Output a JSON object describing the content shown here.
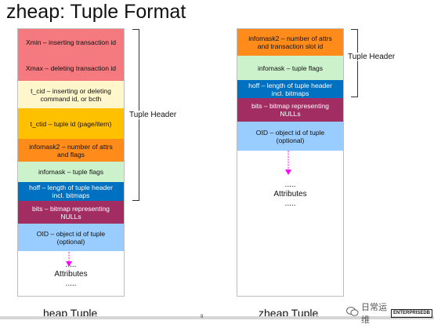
{
  "title": "zheap: Tuple Format",
  "heap": {
    "caption": "heap Tuple",
    "cells": [
      {
        "label": "Xmin – inserting transaction id",
        "color": "#f47a7f"
      },
      {
        "label": "Xmax – deleting transaction id",
        "color": "#f47a7f"
      },
      {
        "label": "t_cid – inserting or deleting command id, or bcth",
        "color": "#fff6cc"
      },
      {
        "label": "t_ctid – tuple id (page/item)",
        "color": "#ffc000"
      },
      {
        "label": "infomask2 – number of attrs and flags",
        "color": "#ff8c1a"
      },
      {
        "label": "infomask – tuple flags",
        "color": "#ccf2cc"
      },
      {
        "label": "hoff – length of tuple header incl. bitmaps",
        "color": "#0070c0"
      },
      {
        "label": "bits – bitmap representing NULLs",
        "color": "#a12d63"
      },
      {
        "label": "OID – object id of tuple (optional)",
        "color": "#99ccff"
      }
    ],
    "header_label": "Tuple Header",
    "attributes": {
      "dots_top": ".....",
      "label": "Attributes",
      "dots_bottom": "....."
    }
  },
  "zheap": {
    "caption": "zheap Tuple",
    "cells": [
      {
        "label": "infomask2 – number of attrs and transaction slot id",
        "color": "#ff8c1a"
      },
      {
        "label": "infomask – tuple flags",
        "color": "#ccf2cc"
      },
      {
        "label": "hoff – length of tuple header incl. bitmaps",
        "color": "#0070c0"
      },
      {
        "label": "bits – bitmap representing NULLs",
        "color": "#a12d63"
      },
      {
        "label": "OID – object id of tuple (optional)",
        "color": "#99ccff"
      }
    ],
    "header_label": "Tuple Header",
    "attributes": {
      "dots_top": ".....",
      "label": "Attributes",
      "dots_bottom": "....."
    }
  },
  "page_number": "9",
  "watermark": {
    "text": "日常运维",
    "logo_line1": "ENTERPRISEDB"
  },
  "arrow_color": "#ff00ff"
}
